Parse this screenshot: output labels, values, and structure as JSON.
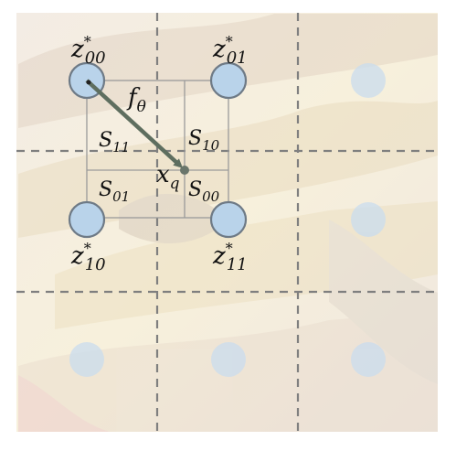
{
  "diagram": {
    "latent_codes": [
      {
        "id": "z00",
        "base": "z",
        "sub": "00",
        "sup": "*"
      },
      {
        "id": "z01",
        "base": "z",
        "sub": "01",
        "sup": "*"
      },
      {
        "id": "z10",
        "base": "z",
        "sub": "10",
        "sup": "*"
      },
      {
        "id": "z11",
        "base": "z",
        "sub": "11",
        "sup": "*"
      }
    ],
    "areas": [
      {
        "id": "S11",
        "base": "S",
        "sub": "11"
      },
      {
        "id": "S10",
        "base": "S",
        "sub": "10"
      },
      {
        "id": "S01",
        "base": "S",
        "sub": "01"
      },
      {
        "id": "S00",
        "base": "S",
        "sub": "00"
      }
    ],
    "query": {
      "base": "x",
      "sub": "q"
    },
    "function": {
      "base": "f",
      "sub": "θ"
    },
    "colors": {
      "node_fill": "#b9d3ea",
      "node_stroke": "#6e7a86",
      "faded_node": "#c9dcee",
      "arrow": "#5e6e5f",
      "grid_dash": "#7f7f7f",
      "area_lines": "#9a9a9a"
    }
  }
}
